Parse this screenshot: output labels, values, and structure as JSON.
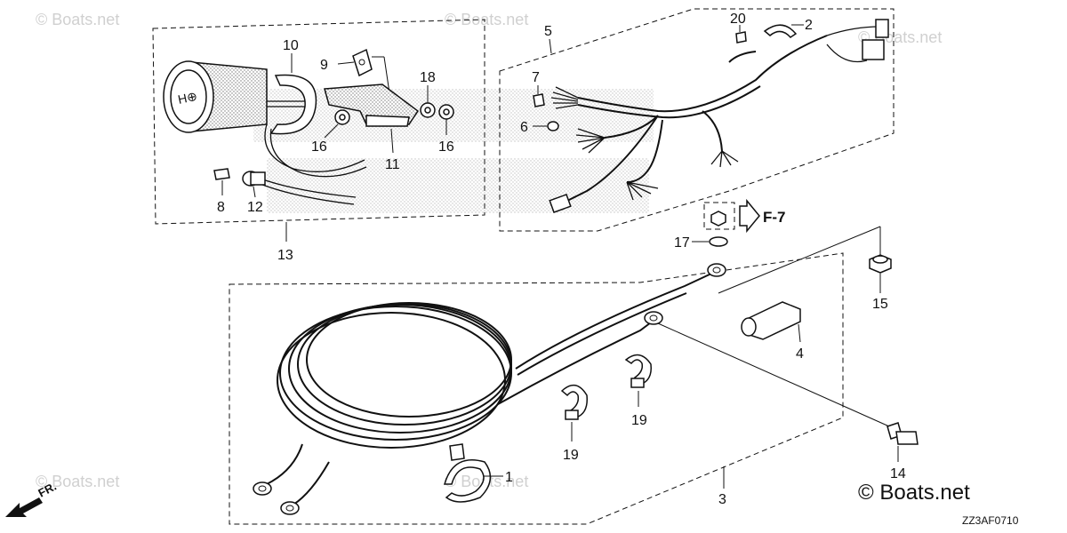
{
  "watermark": {
    "text": "© Boats.net",
    "corner_text": "© Boats.net"
  },
  "diagram_code": "ZZ3AF0710",
  "direction_label": "FR.",
  "reference": "F-7",
  "callouts": {
    "c1": "1",
    "c2": "2",
    "c3": "3",
    "c4": "4",
    "c5": "5",
    "c6": "6",
    "c7": "7",
    "c8": "8",
    "c9": "9",
    "c10": "10",
    "c11": "11",
    "c12": "12",
    "c13": "13",
    "c14": "14",
    "c15": "15",
    "c16a": "16",
    "c16b": "16",
    "c17": "17",
    "c18": "18",
    "c19a": "19",
    "c19b": "19",
    "c20": "20"
  }
}
